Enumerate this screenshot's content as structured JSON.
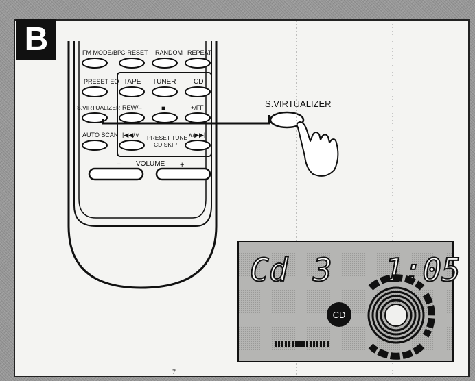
{
  "badge": "B",
  "remote": {
    "buttons": {
      "fm_mode": "FM MODE/BP",
      "c_reset": "C-RESET",
      "random": "RANDOM",
      "repeat": "REPEAT",
      "preset_eq": "PRESET EQ",
      "tape": "TAPE",
      "tuner": "TUNER",
      "cd": "CD",
      "s_virtualizer": "S.VIRTUALIZER",
      "rew": "REW/–",
      "stop": "■",
      "ff": "+/FF",
      "auto_scan": "AUTO SCAN",
      "prev": "|◀◀/∨",
      "preset_tune": "PRESET TUNE",
      "cd_skip": "CD SKIP",
      "next": "∧/▶▶|"
    },
    "volume_label": "VOLUME",
    "volume_minus": "–",
    "volume_plus": "+"
  },
  "callout": {
    "label": "S.VIRTUALIZER"
  },
  "display": {
    "source": "Cd",
    "track": "3",
    "time": "1:05",
    "cd_badge": "CD"
  },
  "footer": {
    "page_mark": "7"
  },
  "icons": [
    "hand-pointer-icon",
    "disc-rings-icon",
    "level-meter-icon"
  ]
}
